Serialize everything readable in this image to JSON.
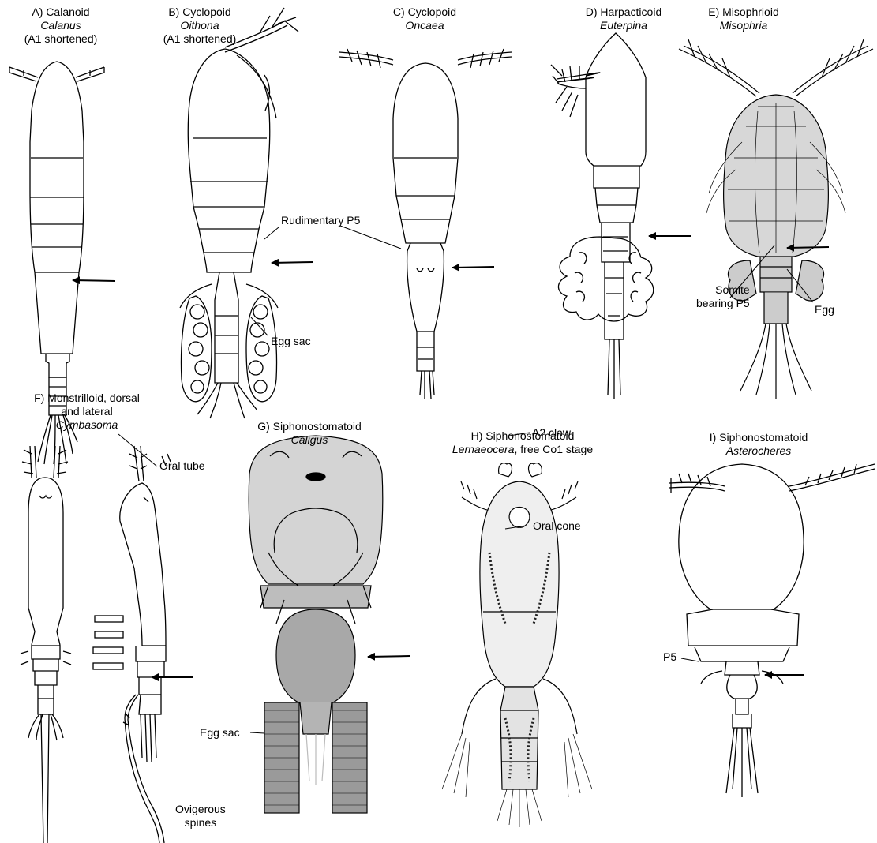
{
  "panels": {
    "a": {
      "line1": "A) Calanoid",
      "genus": "Calanus",
      "line3": "(A1 shortened)"
    },
    "b": {
      "line1": "B) Cyclopoid",
      "genus": "Oithona",
      "line3": "(A1 shortened)"
    },
    "c": {
      "line1": "C) Cyclopoid",
      "genus": "Oncaea"
    },
    "d": {
      "line1": "D) Harpacticoid",
      "genus": "Euterpina"
    },
    "e": {
      "line1": "E) Misophrioid",
      "genus": "Misophria"
    },
    "f": {
      "line1": "F) Monstrilloid, dorsal",
      "line2": "and lateral",
      "genus": "Cymbasoma"
    },
    "g": {
      "line1": "G) Siphonostomatoid",
      "genus": "Caligus"
    },
    "h": {
      "line1": "H) Siphonostomatoid",
      "genus": "Lernaeocera",
      "suffix": ", free Co1 stage"
    },
    "i": {
      "line1": "I) Siphonostomatoid",
      "genus": "Asterocheres"
    }
  },
  "labels": {
    "rudimentary_p5": "Rudimentary P5",
    "egg_sac_b": "Egg sac",
    "somite_l1": "Somite",
    "somite_l2": "bearing P5",
    "egg": "Egg",
    "oral_tube": "Oral tube",
    "ovigerous_l1": "Ovigerous",
    "ovigerous_l2": "spines",
    "egg_sac_g": "Egg sac",
    "a2_claw": "A2 claw",
    "oral_cone": "Oral cone",
    "p5": "P5"
  },
  "colors": {
    "ink": "#000000",
    "stipple_fill": "#c8c8c8",
    "dark_stipple": "#8a8a8a"
  }
}
